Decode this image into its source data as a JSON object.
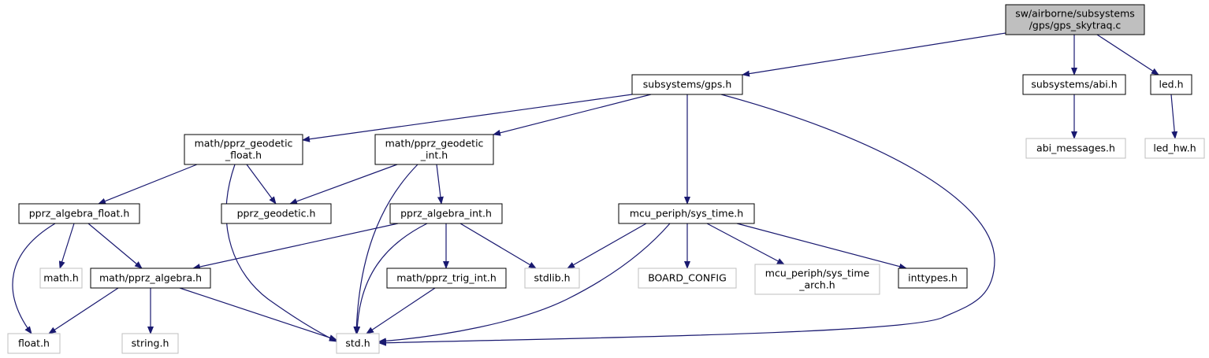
{
  "graph": {
    "colors": {
      "edge": "#191970",
      "node_border": "#000000",
      "external_border": "#bfbfbf",
      "root_fill": "#bfbfbf",
      "text": "#000000",
      "external_text": "#000000"
    },
    "nodes": [
      {
        "id": "root",
        "lines": [
          "sw/airborne/subsystems",
          "/gps/gps_skytraq.c"
        ],
        "kind": "root"
      },
      {
        "id": "gps",
        "lines": [
          "subsystems/gps.h"
        ],
        "kind": "normal"
      },
      {
        "id": "abi",
        "lines": [
          "subsystems/abi.h"
        ],
        "kind": "normal"
      },
      {
        "id": "led",
        "lines": [
          "led.h"
        ],
        "kind": "normal"
      },
      {
        "id": "abi_messages",
        "lines": [
          "abi_messages.h"
        ],
        "kind": "external"
      },
      {
        "id": "led_hw",
        "lines": [
          "led_hw.h"
        ],
        "kind": "external"
      },
      {
        "id": "geo_float",
        "lines": [
          "math/pprz_geodetic",
          "_float.h"
        ],
        "kind": "normal"
      },
      {
        "id": "geo_int",
        "lines": [
          "math/pprz_geodetic",
          "_int.h"
        ],
        "kind": "normal"
      },
      {
        "id": "pprz_geodetic",
        "lines": [
          "pprz_geodetic.h"
        ],
        "kind": "normal"
      },
      {
        "id": "alg_float",
        "lines": [
          "pprz_algebra_float.h"
        ],
        "kind": "normal"
      },
      {
        "id": "alg_int",
        "lines": [
          "pprz_algebra_int.h"
        ],
        "kind": "normal"
      },
      {
        "id": "sys_time",
        "lines": [
          "mcu_periph/sys_time.h"
        ],
        "kind": "normal"
      },
      {
        "id": "math",
        "lines": [
          "math.h"
        ],
        "kind": "external"
      },
      {
        "id": "pprz_algebra",
        "lines": [
          "math/pprz_algebra.h"
        ],
        "kind": "normal"
      },
      {
        "id": "trig_int",
        "lines": [
          "math/pprz_trig_int.h"
        ],
        "kind": "normal"
      },
      {
        "id": "stdlib",
        "lines": [
          "stdlib.h"
        ],
        "kind": "external"
      },
      {
        "id": "board_config",
        "lines": [
          "BOARD_CONFIG"
        ],
        "kind": "external"
      },
      {
        "id": "sys_time_arch",
        "lines": [
          "mcu_periph/sys_time",
          "_arch.h"
        ],
        "kind": "external"
      },
      {
        "id": "inttypes",
        "lines": [
          "inttypes.h"
        ],
        "kind": "normal"
      },
      {
        "id": "float",
        "lines": [
          "float.h"
        ],
        "kind": "external"
      },
      {
        "id": "string",
        "lines": [
          "string.h"
        ],
        "kind": "external"
      },
      {
        "id": "std",
        "lines": [
          "std.h"
        ],
        "kind": "external"
      }
    ],
    "edges": [
      {
        "from": "root",
        "to": "gps"
      },
      {
        "from": "root",
        "to": "abi"
      },
      {
        "from": "root",
        "to": "led"
      },
      {
        "from": "abi",
        "to": "abi_messages"
      },
      {
        "from": "led",
        "to": "led_hw"
      },
      {
        "from": "gps",
        "to": "geo_float"
      },
      {
        "from": "gps",
        "to": "geo_int"
      },
      {
        "from": "gps",
        "to": "sys_time"
      },
      {
        "from": "gps",
        "to": "std"
      },
      {
        "from": "geo_float",
        "to": "pprz_geodetic"
      },
      {
        "from": "geo_float",
        "to": "alg_float"
      },
      {
        "from": "geo_float",
        "to": "std"
      },
      {
        "from": "geo_int",
        "to": "pprz_geodetic"
      },
      {
        "from": "geo_int",
        "to": "alg_int"
      },
      {
        "from": "geo_int",
        "to": "std"
      },
      {
        "from": "alg_float",
        "to": "math"
      },
      {
        "from": "alg_float",
        "to": "pprz_algebra"
      },
      {
        "from": "alg_float",
        "to": "float"
      },
      {
        "from": "alg_int",
        "to": "pprz_algebra"
      },
      {
        "from": "alg_int",
        "to": "trig_int"
      },
      {
        "from": "alg_int",
        "to": "stdlib"
      },
      {
        "from": "alg_int",
        "to": "std"
      },
      {
        "from": "pprz_algebra",
        "to": "float"
      },
      {
        "from": "pprz_algebra",
        "to": "string"
      },
      {
        "from": "pprz_algebra",
        "to": "std"
      },
      {
        "from": "trig_int",
        "to": "std"
      },
      {
        "from": "sys_time",
        "to": "stdlib"
      },
      {
        "from": "sys_time",
        "to": "board_config"
      },
      {
        "from": "sys_time",
        "to": "sys_time_arch"
      },
      {
        "from": "sys_time",
        "to": "inttypes"
      },
      {
        "from": "sys_time",
        "to": "std"
      }
    ]
  }
}
